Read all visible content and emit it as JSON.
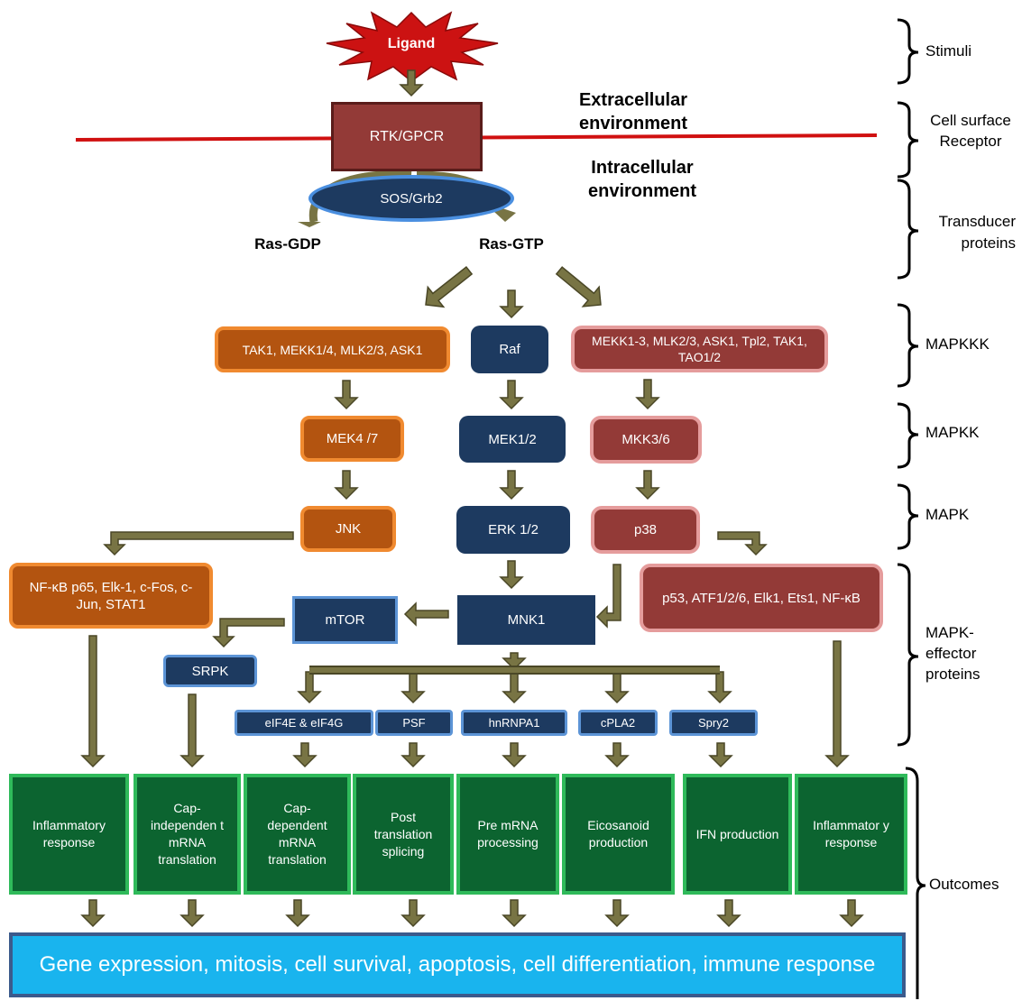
{
  "colors": {
    "orange_fill": "#b35410",
    "orange_border": "#f08a30",
    "navy_fill": "#1d3a60",
    "navy_border": "#5c94d6",
    "red_fill": "#933a37",
    "red_border": "#e59c9c",
    "green_fill": "#0c6430",
    "green_border": "#2fba5a",
    "arrow": "#787444",
    "membrane": "#d01010",
    "banner_fill": "#19b4ee",
    "banner_border": "#3b5a8c"
  },
  "top": {
    "ligand": "Ligand",
    "extracellular": "Extracellular environment",
    "receptor": "RTK/GPCR",
    "intracellular": "Intracellular environment",
    "sos": "SOS/Grb2",
    "ras_gdp": "Ras-GDP",
    "ras_gtp": "Ras-GTP"
  },
  "left_branch": {
    "mapkkk": "TAK1, MEKK1/4, MLK2/3, ASK1",
    "mapkk": "MEK4 /7",
    "mapk": "JNK",
    "effector": "NF-κB p65, Elk-1, c-Fos, c-Jun, STAT1"
  },
  "center_branch": {
    "mapkkk": "Raf",
    "mapkk": "MEK1/2",
    "mapk": "ERK 1/2",
    "mnk": "MNK1",
    "mtor": "mTOR",
    "srpk": "SRPK"
  },
  "right_branch": {
    "mapkkk": "MEKK1-3, MLK2/3, ASK1, Tpl2, TAK1, TAO1/2",
    "mapkk": "MKK3/6",
    "mapk": "p38",
    "effector": "p53, ATF1/2/6, Elk1, Ets1, NF-κB"
  },
  "targets": [
    "eIF4E & eIF4G",
    "PSF",
    "hnRNPA1",
    "cPLA2",
    "Spry2"
  ],
  "outcomes": [
    "Inflammatory response",
    "Cap-independen t mRNA translation",
    "Cap-dependent mRNA translation",
    "Post translation splicing",
    "Pre mRNA processing",
    "Eicosanoid production",
    "IFN production",
    "Inflammator y response"
  ],
  "banner": "Gene expression, mitosis, cell survival, apoptosis, cell differentiation, immune response",
  "levels": {
    "stimuli": "Stimuli",
    "receptor": "Cell surface Receptor",
    "transducer": "Transducer proteins",
    "mapkkk": "MAPKKK",
    "mapkk": "MAPKK",
    "mapk": "MAPK",
    "effector": "MAPK-effector proteins",
    "outcomes": "Outcomes"
  }
}
